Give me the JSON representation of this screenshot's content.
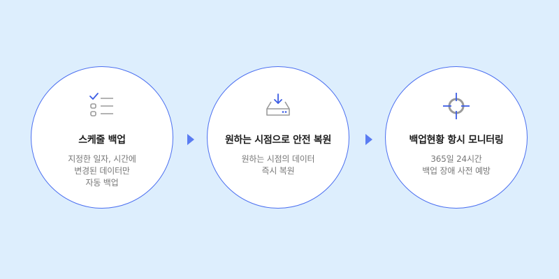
{
  "steps": [
    {
      "icon": "checklist-icon",
      "title": "스케줄 백업",
      "desc": [
        "지정한 일자, 시간에",
        "변경된 데이터만",
        "자동 백업"
      ]
    },
    {
      "icon": "storage-download-icon",
      "title": "원하는 시점으로 안전 복원",
      "desc": [
        "원하는 시점의 데이터",
        "즉시 복원"
      ]
    },
    {
      "icon": "target-crosshair-icon",
      "title": "백업현황 항시 모니터링",
      "desc": [
        "365일 24시간",
        "백업 장애 사전 예방"
      ]
    }
  ],
  "colors": {
    "background": "#ddeefd",
    "accent": "#3b5ce4",
    "border": "#4a6ef0",
    "icon_gray": "#9a9a9a",
    "title": "#1d1d1d",
    "desc": "#777777"
  }
}
